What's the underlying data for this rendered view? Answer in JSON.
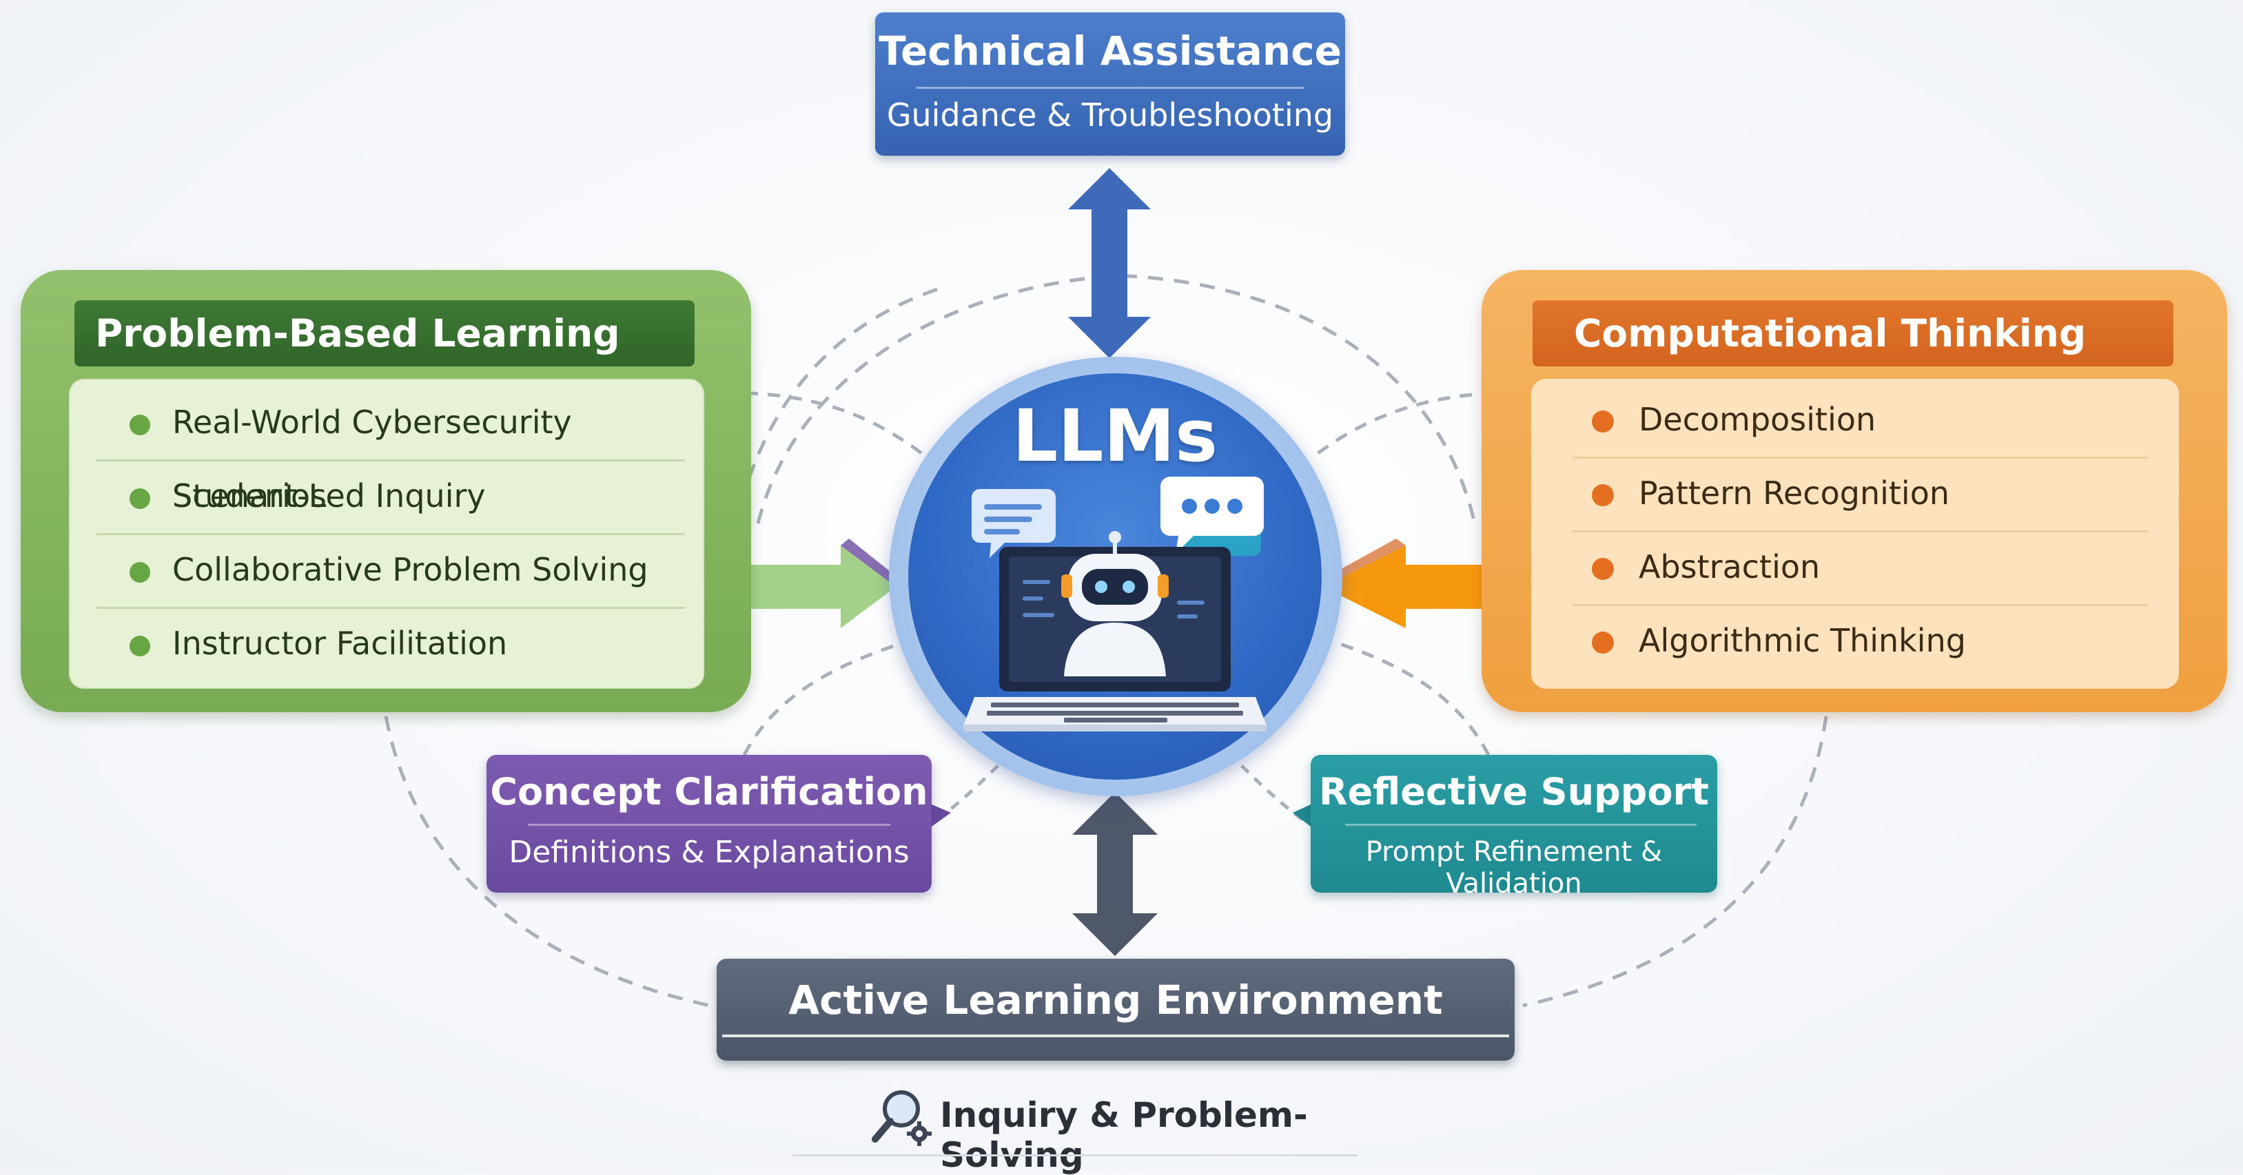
{
  "center": {
    "title": "LLMs"
  },
  "technical_assistance": {
    "title": "Technical Assistance",
    "subtitle": "Guidance & Troubleshooting"
  },
  "pbl": {
    "title": "Problem-Based Learning (PBL)",
    "items": [
      "Real-World Cybersecurity Scenarios",
      "Student-Led Inquiry",
      "Collaborative Problem Solving",
      "Instructor Facilitation"
    ]
  },
  "ct": {
    "title": "Computational Thinking (CT)",
    "items": [
      "Decomposition",
      "Pattern Recognition",
      "Abstraction",
      "Algorithmic Thinking"
    ]
  },
  "concept_clarification": {
    "title": "Concept Clarification",
    "subtitle": "Definitions & Explanations"
  },
  "reflective_support": {
    "title": "Reflective Support",
    "subtitle": "Prompt Refinement & Validation"
  },
  "active_learning": {
    "title": "Active Learning Environment",
    "caption": "Inquiry & Problem-Solving"
  },
  "colors": {
    "pbl": "#78ab53",
    "ct": "#f0a040",
    "llm": "#2f68c4",
    "technical": "#3563b1",
    "concept": "#6a4a9f",
    "reflective": "#1f8990",
    "active": "#4c5668"
  },
  "icons": [
    "chat-bubble-icon",
    "robot-icon",
    "laptop-icon",
    "magnifier-gear-icon"
  ]
}
